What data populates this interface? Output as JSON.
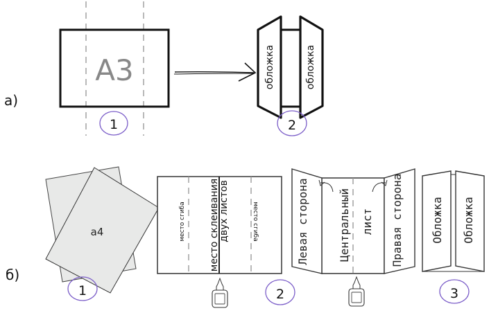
{
  "row_a": {
    "label": "а)",
    "sheet_label": "А3",
    "cover_left": "обложка",
    "cover_right": "обложка",
    "step_1": "1",
    "step_2": "2"
  },
  "row_b": {
    "label": "б)",
    "sheet_label": "а4",
    "fold_left": "место сгиба",
    "fold_right": "место сгиба",
    "glue_line_1": "место склеивания",
    "glue_line_2": "двух листов",
    "left_side": "Левая сторона",
    "center_line_1": "Центральный",
    "center_line_2": "лист",
    "right_side": "Правая сторона",
    "cover_left": "Обложка",
    "cover_right": "Обложка",
    "step_1": "1",
    "step_2": "2",
    "step_3": "3"
  },
  "colors": {
    "step_circle": "#7a5cc8",
    "paper_fill": "#e8e9e8"
  }
}
